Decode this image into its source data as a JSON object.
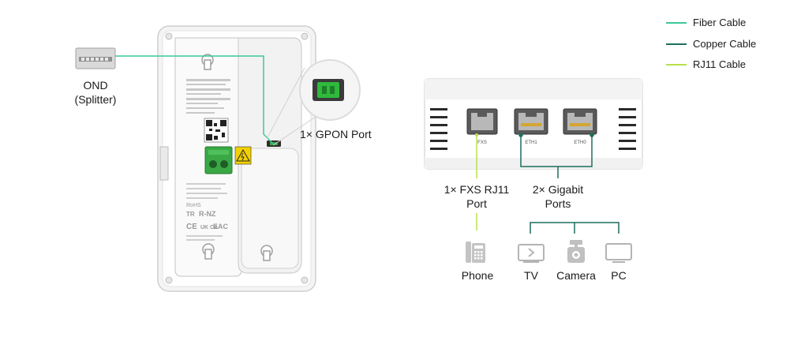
{
  "legend": [
    {
      "label": "Fiber Cable",
      "color": "#3cc89a"
    },
    {
      "label": "Copper Cable",
      "color": "#1e6e5e"
    },
    {
      "label": "RJ11 Cable",
      "color": "#b8e04a"
    }
  ],
  "labels": {
    "ond": "OND",
    "splitter": "(Splitter)",
    "gpon": "1× GPON Port",
    "fxs_line1": "1× FXS RJ11",
    "fxs_line2": "Port",
    "gigabit_line1": "2× Gigabit",
    "gigabit_line2": "Ports"
  },
  "ports": {
    "fxs": "FXS",
    "eth1": "ETH1",
    "eth0": "ETH0"
  },
  "devices": [
    {
      "label": "Phone",
      "icon": "phone-icon"
    },
    {
      "label": "TV",
      "icon": "tv-icon"
    },
    {
      "label": "Camera",
      "icon": "camera-icon"
    },
    {
      "label": "PC",
      "icon": "pc-icon"
    }
  ],
  "back_panel_marks": {
    "ce": "CE",
    "rnz": "R-NZ",
    "tr": "TR",
    "uk_ca": "UK CA",
    "eac": "EAC",
    "rohs": "RoHS"
  }
}
